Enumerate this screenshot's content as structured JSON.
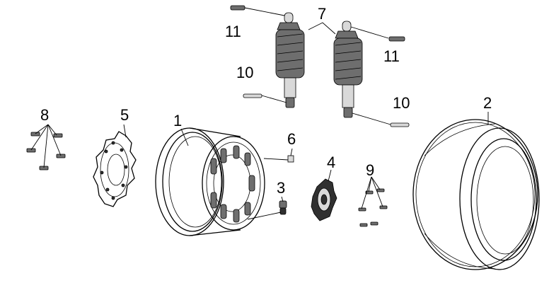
{
  "callouts": {
    "c1": "1",
    "c2": "2",
    "c3": "3",
    "c4": "4",
    "c5": "5",
    "c6": "6",
    "c7": "7",
    "c8": "8",
    "c9": "9",
    "c10a": "10",
    "c10b": "10",
    "c11a": "11",
    "c11b": "11"
  },
  "colors": {
    "line": "#000000",
    "shade": "#6e6e6e",
    "background": "#ffffff"
  }
}
